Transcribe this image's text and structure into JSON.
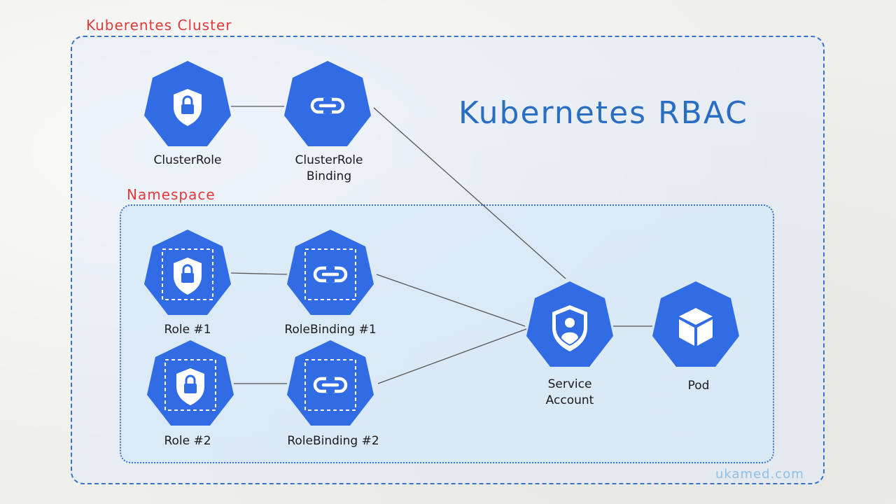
{
  "cluster": {
    "label": "Kuberentes Cluster"
  },
  "namespace": {
    "label": "Namespace"
  },
  "title": "Kubernetes RBAC",
  "watermark": "ukamed.com",
  "colors": {
    "node": "#326ce5",
    "cluster_label": "#e23b3b",
    "title": "#2a6ec4",
    "line": "#555555"
  },
  "nodes": {
    "clusterrole": {
      "label": "ClusterRole",
      "icon": "shield-lock-icon"
    },
    "clusterrolebinding": {
      "label_line1": "ClusterRole",
      "label_line2": "Binding",
      "icon": "link-icon"
    },
    "role1": {
      "label": "Role #1",
      "icon": "shield-lock-icon"
    },
    "rolebinding1": {
      "label": "RoleBinding #1",
      "icon": "link-icon"
    },
    "role2": {
      "label": "Role #2",
      "icon": "shield-lock-icon"
    },
    "rolebinding2": {
      "label": "RoleBinding #2",
      "icon": "link-icon"
    },
    "serviceaccount": {
      "label_line1": "Service",
      "label_line2": "Account",
      "icon": "user-shield-icon"
    },
    "pod": {
      "label": "Pod",
      "icon": "cube-icon"
    }
  }
}
